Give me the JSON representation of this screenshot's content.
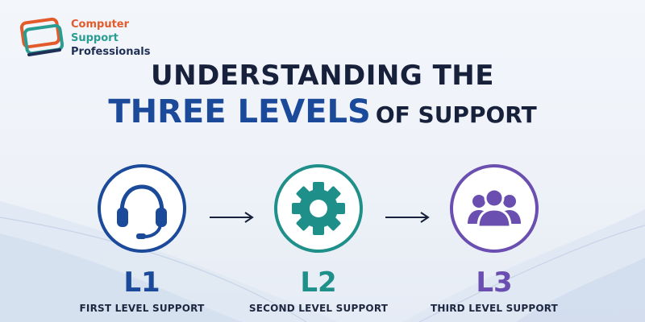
{
  "logo": {
    "line1": "Computer",
    "line2": "Support",
    "line3": "Professionals"
  },
  "title": {
    "line1": "UNDERSTANDING THE",
    "highlight": "THREE LEVELS",
    "suffix": "OF SUPPORT"
  },
  "levels": [
    {
      "code": "L1",
      "label": "FIRST LEVEL SUPPORT",
      "icon": "headset-icon",
      "color": "#1c4a9b"
    },
    {
      "code": "L2",
      "label": "SECOND LEVEL SUPPORT",
      "icon": "gear-icon",
      "color": "#1f8f8a"
    },
    {
      "code": "L3",
      "label": "THIRD LEVEL SUPPORT",
      "icon": "team-icon",
      "color": "#6a4fb0"
    }
  ],
  "colors": {
    "dark": "#17213b",
    "blue": "#1c4a9b",
    "teal": "#1f8f8a",
    "purple": "#6a4fb0",
    "logo_orange": "#e35a2b",
    "logo_teal": "#2a9d93"
  }
}
